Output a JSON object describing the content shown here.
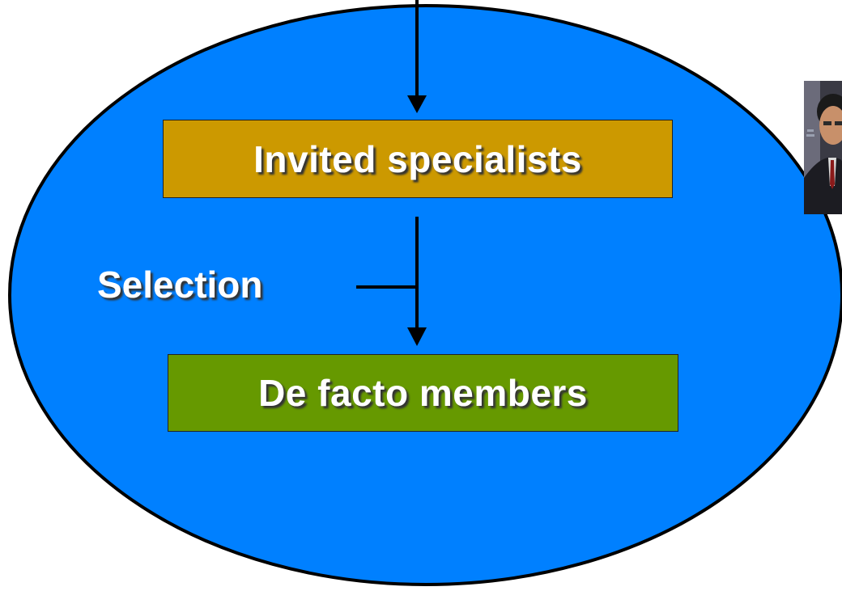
{
  "diagram": {
    "nodes": {
      "invited_specialists": {
        "label": "Invited specialists",
        "fill": "#CC9900"
      },
      "de_facto_members": {
        "label": "De facto members",
        "fill": "#669900"
      }
    },
    "edges": [
      {
        "from": "above",
        "to": "invited_specialists",
        "label": ""
      },
      {
        "from": "invited_specialists",
        "to": "de_facto_members",
        "label": "Selection"
      }
    ],
    "selection_label": "Selection",
    "ellipse_fill": "#0080FF",
    "outline_color": "#000000",
    "text_color": "#FFFFFF"
  },
  "photo": {
    "description_icon": "person-photo",
    "background": "#3a3a44"
  }
}
